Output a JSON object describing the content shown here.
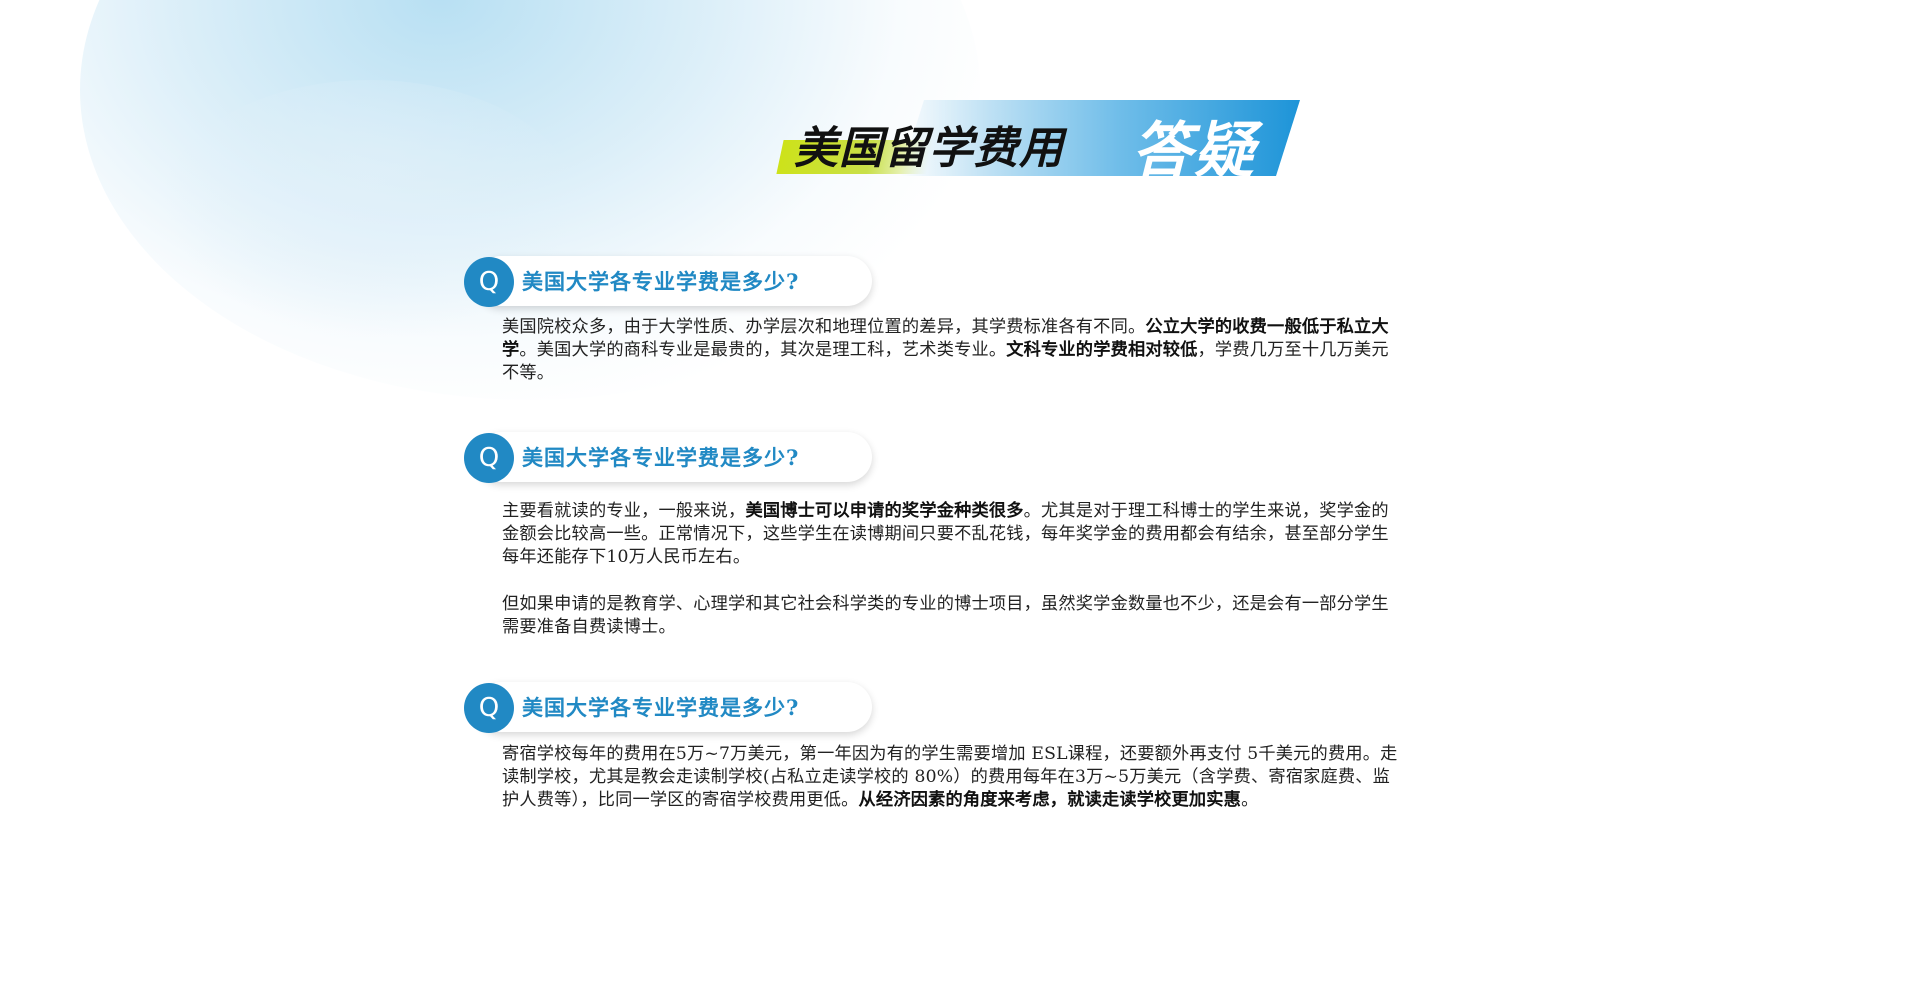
{
  "title": {
    "main": "美国留学费用",
    "accent": "答疑"
  },
  "sections": [
    {
      "q_letter": "Q",
      "question": "美国大学各专业学费是多少?",
      "paragraphs": [
        [
          {
            "t": "美国院校众多，由于大学性质、办学层次和地理位置的差异，其学费标准各有不同。",
            "b": false
          },
          {
            "t": "公立大学的收费一般低于私立大学",
            "b": true
          },
          {
            "t": "。美国大学的商科专业是最贵的，其次是理工科，艺术类专业。",
            "b": false
          },
          {
            "t": "文科专业的学费相对较低",
            "b": true
          },
          {
            "t": "，学费几万至十几万美元不等。",
            "b": false
          }
        ]
      ]
    },
    {
      "q_letter": "Q",
      "question": "美国大学各专业学费是多少?",
      "paragraphs": [
        [
          {
            "t": "主要看就读的专业，一般来说，",
            "b": false
          },
          {
            "t": "美国博士可以申请的奖学金种类很多",
            "b": true
          },
          {
            "t": "。尤其是对于理工科博士的学生来说，奖学金的金额会比较高一些。正常情况下，这些学生在读博期间只要不乱花钱，每年奖学金的费用都会有结余，甚至部分学生每年还能存下10万人民币左右。",
            "b": false
          }
        ],
        [
          {
            "t": "但如果申请的是教育学、心理学和其它社会科学类的专业的博士项目，虽然奖学金数量也不少，还是会有一部分学生需要准备自费读博士。",
            "b": false
          }
        ]
      ]
    },
    {
      "q_letter": "Q",
      "question": "美国大学各专业学费是多少?",
      "paragraphs": [
        [
          {
            "t": "寄宿学校每年的费用在5万~7万美元，第一年因为有的学生需要增加 ESL课程，还要额外再支付 5千美元的费用。走读制学校，尤其是教会走读制学校(占私立走读学校的 80%）的费用每年在3万~5万美元（含学费、寄宿家庭费、监护人费等），比同一学区的寄宿学校费用更低。",
            "b": false
          },
          {
            "t": "从经济因素的角度来考虑，就读走读学校更加实惠",
            "b": true
          },
          {
            "t": "。",
            "b": false
          }
        ]
      ]
    }
  ]
}
